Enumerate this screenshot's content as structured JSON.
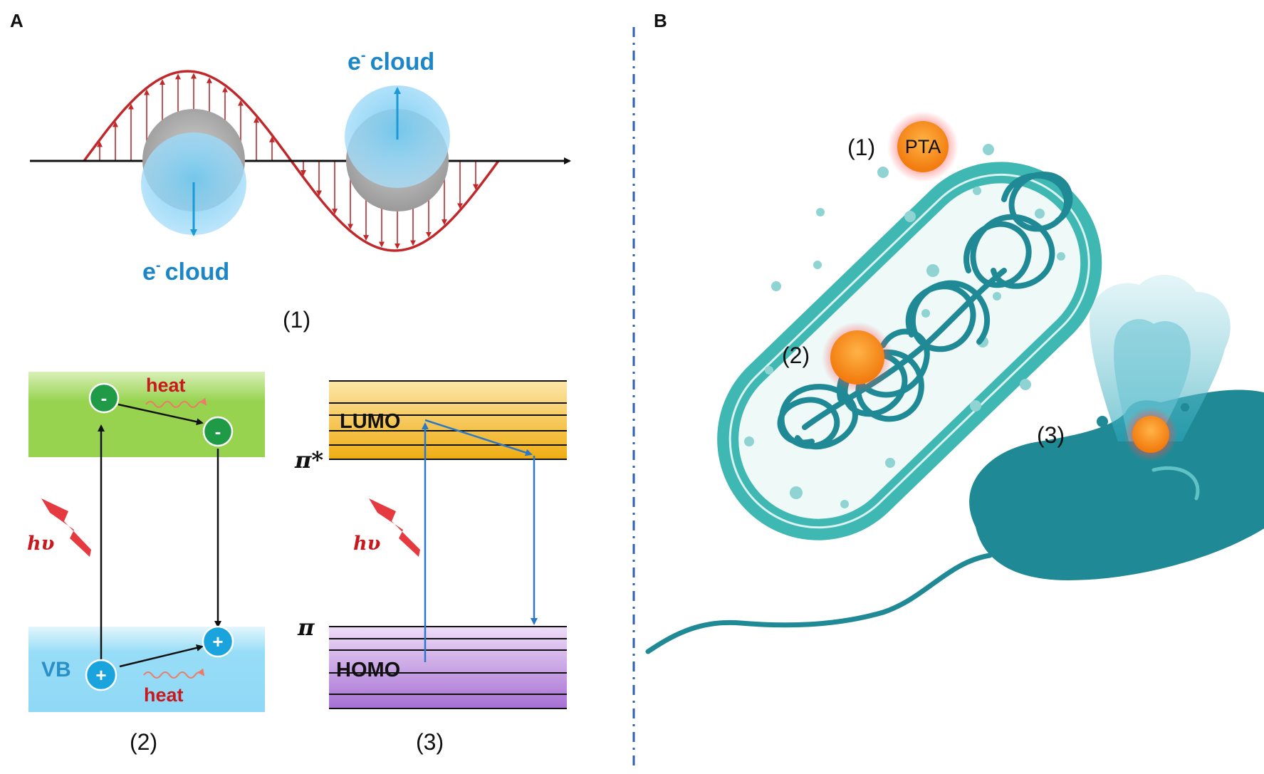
{
  "panels": {
    "a_label": "A",
    "b_label": "B"
  },
  "mechanism_1": {
    "cloud_top": "e",
    "cloud_bottom": "e",
    "cloud_word": "cloud",
    "cloud_superscript": "-",
    "caption": "(1)"
  },
  "mechanism_2": {
    "heat_top": "heat",
    "heat_bottom": "heat",
    "light": "hυ",
    "valence_band": "VB",
    "electron_sign": "-",
    "hole_sign": "+",
    "caption": "(2)"
  },
  "mechanism_3": {
    "lumo": "LUMO",
    "homo": "HOMO",
    "pi_star": "π*",
    "pi": "π",
    "light": "hυ",
    "caption": "(3)"
  },
  "panel_b": {
    "site_1": "(1)",
    "site_2": "(2)",
    "site_3": "(3)",
    "pta": "PTA"
  },
  "colors": {
    "wave": "#c0282a",
    "cloud_blue": "#1c86c8",
    "conduction_band": "#8fd24a",
    "valence_band": "#8fdcf6",
    "lumo_band": "#f2b21d",
    "homo_band": "#b07cd6",
    "bacterium": "#3bb3b0",
    "bacterium_dark": "#1f8a95",
    "pta": "#f7931e",
    "divider": "#2f5fb0"
  }
}
